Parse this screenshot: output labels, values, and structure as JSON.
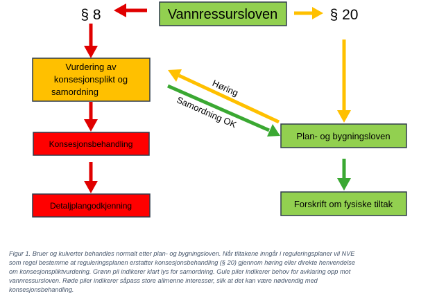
{
  "boxes": {
    "vannressursloven": "Vannressursloven",
    "vurdering_lines": [
      "Vurdering av",
      "konsesjonsplikt og",
      "samordning"
    ],
    "konsesjonsbehandling": "Konsesjonsbehandling",
    "detaljplangodkjenning": "Detaljplangodkjenning",
    "plan_og_bygningsloven": "Plan- og bygningsloven",
    "forskrift": "Forskrift om fysiske tiltak"
  },
  "labels": {
    "paragraph_8": "§ 8",
    "paragraph_20": "§ 20",
    "horing": "Høring",
    "samordning_ok": "Samordning OK"
  },
  "colors": {
    "green_box": "#92d050",
    "yellow_box": "#ffc000",
    "red_box": "#ff0000",
    "arrow_red": "#e00000",
    "arrow_yellow": "#ffc000",
    "arrow_green": "#3aa832",
    "box_border": "#2f3b4c"
  },
  "caption": "Figur 1. Bruer og kulverter behandles normalt etter plan- og bygningsloven. Når tiltakene inngår i reguleringsplaner vil NVE\nsom regel bestemme at reguleringsplanen erstatter konsesjonsbehandling (§ 20) gjennom høring eller direkte henvendelse\nom konsesjonspliktvurdering. Grønn pil indikerer klart lys for samordning. Gule piler indikerer behov for avklaring opp mot\nvannressursloven. Røde piler indikerer såpass store allmenne interesser, slik at det kan være nødvendig med\nkonsesjonsbehandling."
}
